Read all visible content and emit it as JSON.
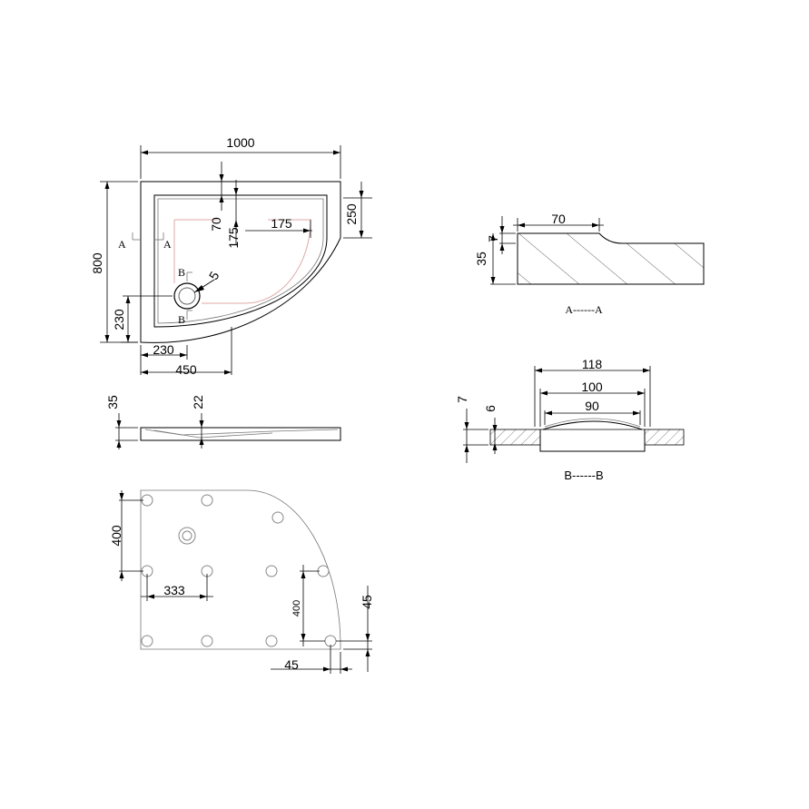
{
  "plan_view": {
    "dims": {
      "width": "1000",
      "depth": "800",
      "rim_top": "70",
      "drain_offset_y": "175",
      "inner_radius": "175",
      "rim_right": "250",
      "drain_radius": "5",
      "drain_from_bottom": "230",
      "drain_from_left": "230",
      "straight_side": "450"
    },
    "section_marks": {
      "a_left": "A",
      "a_right": "A",
      "b_top": "B",
      "b_bottom": "B"
    }
  },
  "side_view": {
    "dims": {
      "height": "35",
      "depth": "22"
    }
  },
  "section_aa": {
    "dims": {
      "rim_width": "70",
      "step": "7",
      "height": "35"
    },
    "caption": "A------A"
  },
  "section_bb": {
    "dims": {
      "outer": "118",
      "middle": "100",
      "inner": "90",
      "height_total": "7",
      "height_recess": "6"
    },
    "caption": "B------B"
  },
  "bottom_view": {
    "dims": {
      "foot_spacing_y": "400",
      "foot_spacing_x": "333",
      "foot_spacing_y_right": "400",
      "edge_offset_y": "45",
      "edge_offset_x": "45"
    }
  }
}
